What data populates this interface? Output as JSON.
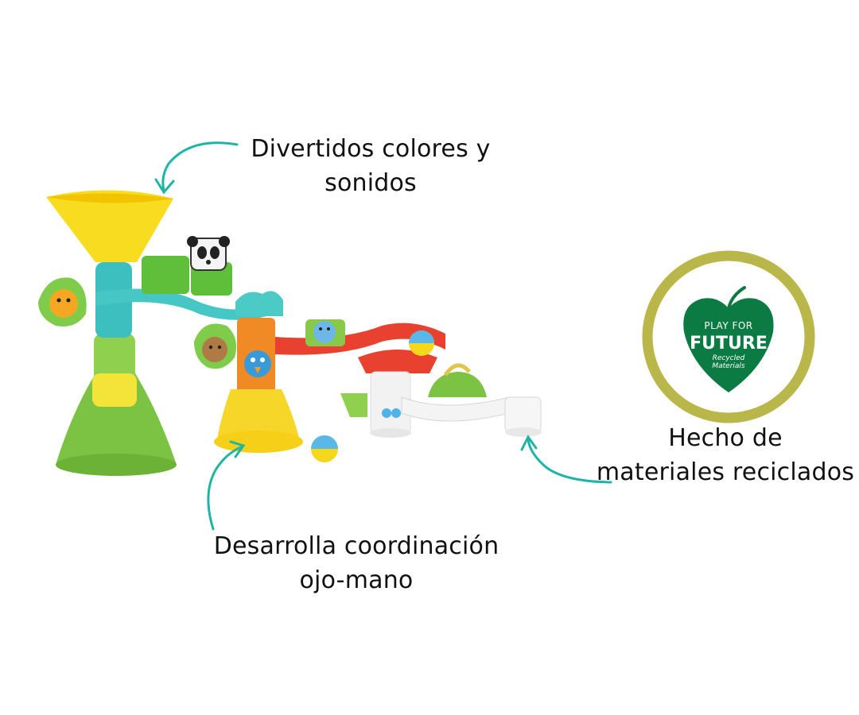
{
  "callouts": {
    "colors_sounds": {
      "line1": "Divertidos colores y",
      "line2": "sonidos"
    },
    "coordination": {
      "line1": "Desarrolla coordinación",
      "line2": "ojo-mano"
    },
    "recycled": {
      "line1": "Hecho de",
      "line2": "materiales reciclados"
    }
  },
  "badge": {
    "line1": "PLAY FOR",
    "line2": "FUTURE",
    "line3": "Recycled",
    "line4": "Materials"
  },
  "colors": {
    "arrow": "#1fb5a6",
    "badge_ring": "#b9b64a",
    "leaf": "#0b7b43"
  }
}
